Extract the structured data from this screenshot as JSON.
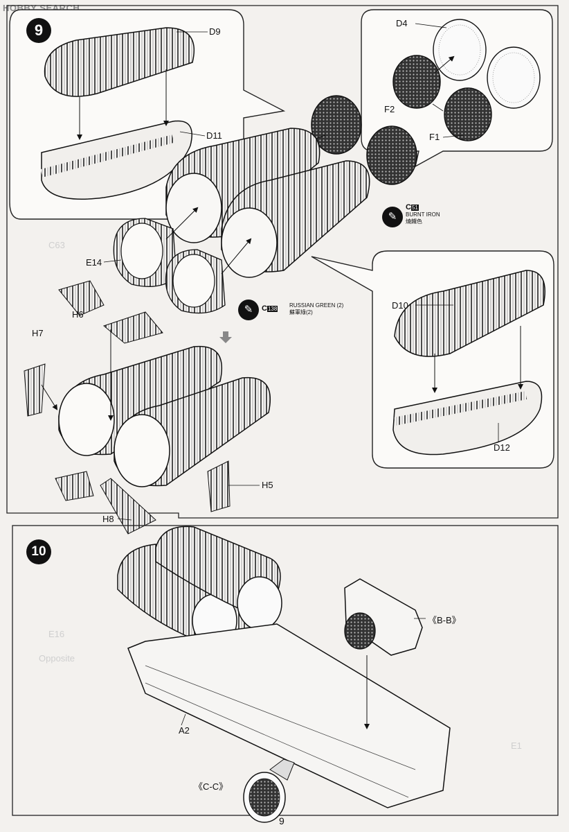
{
  "watermark": "HOBBY SEARCH",
  "steps": [
    {
      "number": "9"
    },
    {
      "number": "10"
    }
  ],
  "part_labels": {
    "d9": "D9",
    "d11": "D11",
    "d4": "D4",
    "f2": "F2",
    "f1": "F1",
    "e14": "E14",
    "h6": "H6",
    "h7": "H7",
    "h5": "H5",
    "h8": "H8",
    "d10": "D10",
    "d12": "D12",
    "a2": "A2",
    "bb": "《B-B》",
    "cc": "《C-C》"
  },
  "paints": [
    {
      "code": "C",
      "num": "51",
      "name_en": "BURNT IRON",
      "name_cn": "燒鐵色"
    },
    {
      "code": "C",
      "num": "138",
      "name_en": "RUSSIAN GREEN (2)",
      "name_cn": "蘇軍綠(2)"
    }
  ],
  "ghost_labels": [
    "C63",
    "E16",
    "Opposite",
    "E1"
  ],
  "page_number": "9"
}
